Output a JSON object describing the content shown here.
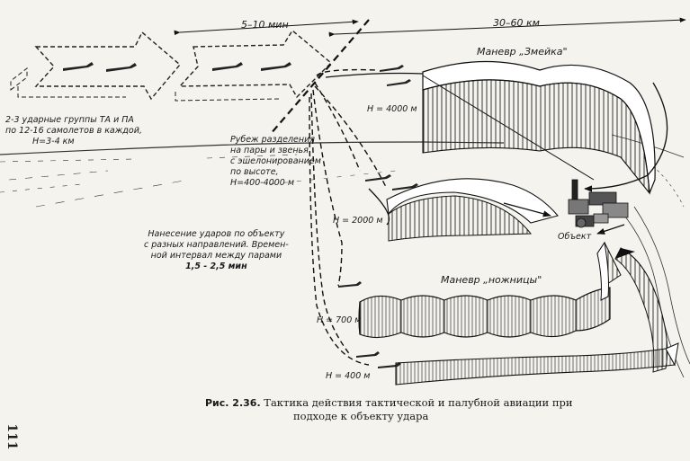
{
  "labels": {
    "dist_5_10": "5–10 мин",
    "dist_30_60": "30–60 км",
    "groups": [
      "2-3 ударные группы ТА и ПА",
      "по 12-16 самолетов в каждой,",
      "Н=3-4 км"
    ],
    "split_line": [
      "Рубеж разделения",
      "на пары и звенья",
      "с эшелонированием",
      "по высоте,",
      "Н=400-4000 м"
    ],
    "strikes": [
      "Нанесение ударов по объекту",
      "с разных направлений. Времен-",
      "ной интервал между парами",
      "1,5 - 2,5 мин"
    ],
    "snake": "Маневр „Змейка\"",
    "scissors": "Маневр „ножницы\"",
    "h4000": "Н = 4000 м",
    "h2000": "Н = 2000 м",
    "h700": "Н = 700 м",
    "h400": "Н = 400 м",
    "object": "Объект"
  },
  "caption": {
    "fig": "Рис. 2.36.",
    "line1": "Тактика действия тактической и палубной авиации при",
    "line2": "подходе к объекту удара"
  },
  "page_number": "111"
}
